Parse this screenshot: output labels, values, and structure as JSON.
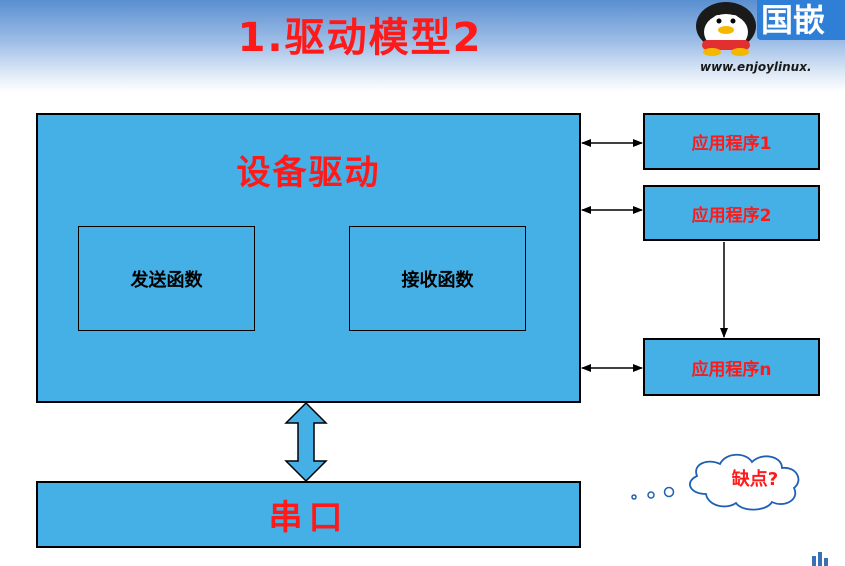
{
  "slide": {
    "title": "1.驱动模型2",
    "site_url": "www.enjoylinux.",
    "logo_text": "国嵌"
  },
  "diagram": {
    "driver": {
      "title": "设备驱动",
      "send_function": "发送函数",
      "receive_function": "接收函数"
    },
    "apps": {
      "app1": "应用程序1",
      "app2": "应用程序2",
      "appn": "应用程序n"
    },
    "serial_port": "串口",
    "callout": "缺点?"
  },
  "colors": {
    "box_fill": "#45b0e6",
    "accent_text": "#ff1a1a",
    "header_top": "#5a8fd0",
    "border": "#000000"
  }
}
